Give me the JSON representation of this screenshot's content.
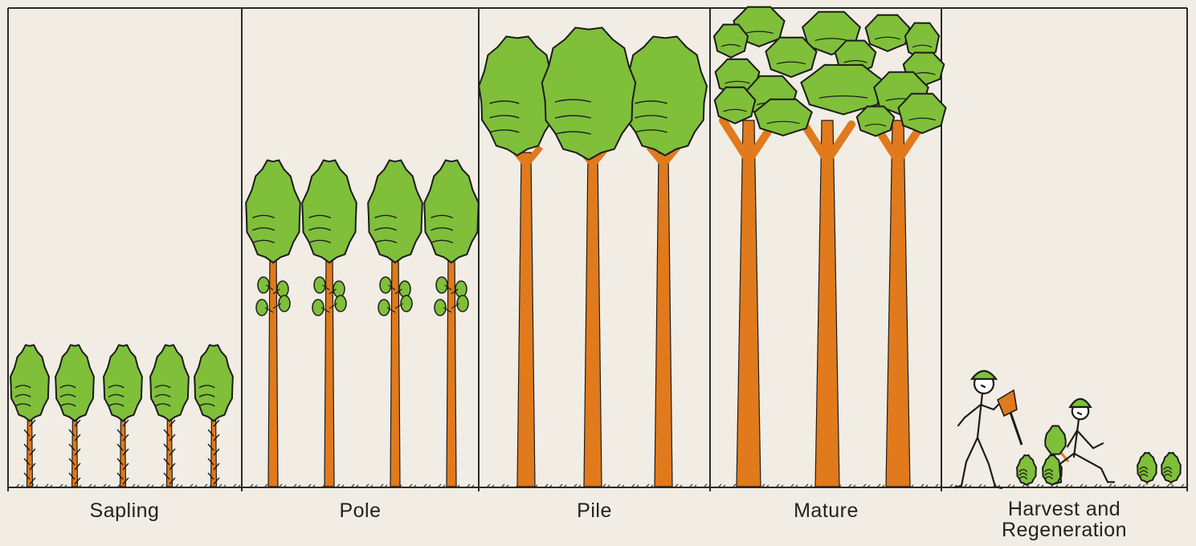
{
  "colors": {
    "background": "#f1ede4",
    "frame": "#2a2a2a",
    "foliage": "#7fbf3a",
    "foliage_shade": "#5e9a22",
    "trunk": "#e07a1c",
    "outline": "#1c1c1c"
  },
  "stages": [
    {
      "label": "Sapling"
    },
    {
      "label": "Pole"
    },
    {
      "label": "Pile"
    },
    {
      "label": "Mature"
    },
    {
      "label_line1": "Harvest and",
      "label_line2": "Regeneration"
    }
  ]
}
